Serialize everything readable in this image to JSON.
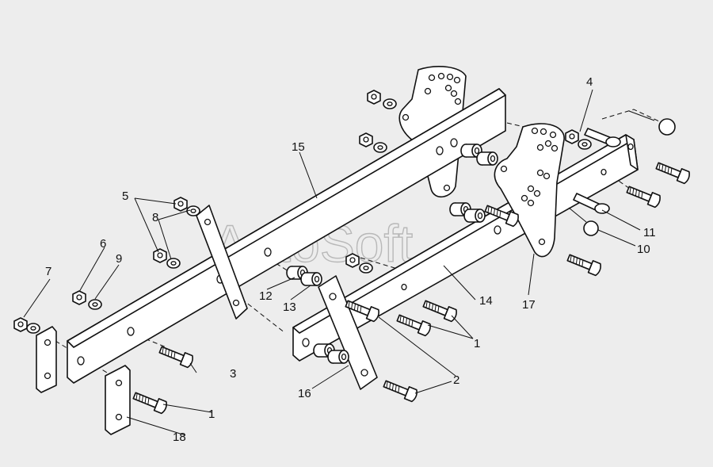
{
  "watermark": "AutoSoft",
  "labels": {
    "l1a": "1",
    "l1b": "1",
    "l2": "2",
    "l3": "3",
    "l4": "4",
    "l5": "5",
    "l6": "6",
    "l7": "7",
    "l8": "8",
    "l9": "9",
    "l10": "10",
    "l11": "11",
    "l12": "12",
    "l13": "13",
    "l14": "14",
    "l15": "15",
    "l16": "16",
    "l17": "17",
    "l18": "18"
  }
}
